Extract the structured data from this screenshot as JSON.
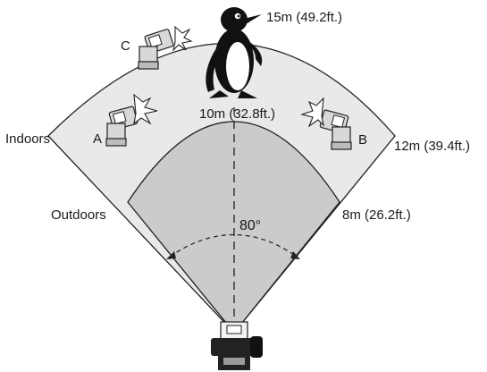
{
  "diagram": {
    "labels": {
      "indoors": "Indoors",
      "outdoors": "Outdoors",
      "range_15m": "15m (49.2ft.)",
      "range_12m": "12m (39.4ft.)",
      "range_10m": "10m (32.8ft.)",
      "range_8m": "8m (26.2ft.)",
      "angle": "80°",
      "flash_a": "A",
      "flash_b": "B",
      "flash_c": "C"
    },
    "colors": {
      "indoor_zone": "#e9e9e9",
      "outdoor_zone": "#cbcbcb",
      "outline": "#222222",
      "flash_body": "#d8d8d8",
      "penguin_body": "#111111"
    }
  }
}
